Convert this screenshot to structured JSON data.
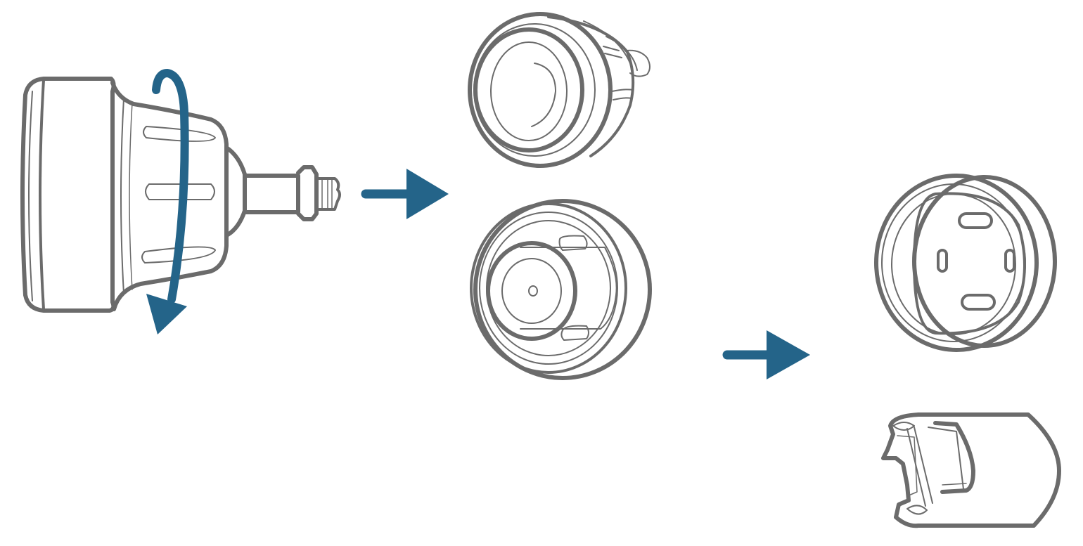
{
  "colors": {
    "outline": "#6b6b6b",
    "accent": "#246489",
    "background": "#ffffff"
  },
  "steps": [
    {
      "id": "step-1",
      "depicts": "assembled-device-with-rotate-arrow"
    },
    {
      "id": "step-2",
      "depicts": "cap-and-body-separated"
    },
    {
      "id": "step-3",
      "depicts": "inner-cartridge-and-housing-separated"
    }
  ],
  "icons": {
    "rotate": "rotate-ccw-arrow-icon",
    "next": "right-arrow-icon"
  }
}
